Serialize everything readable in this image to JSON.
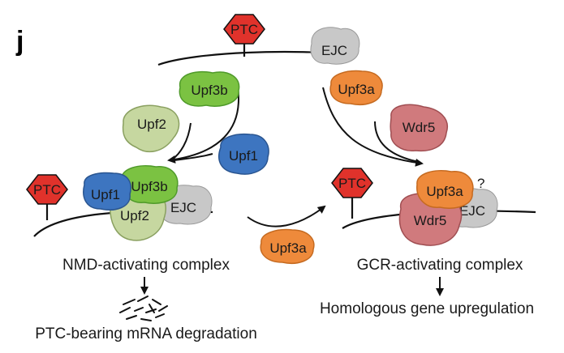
{
  "panel_label": "j",
  "colors": {
    "ptc_red": "#e0322b",
    "upf3b_green": "#7bc242",
    "upf2_green": "#c6d7a0",
    "upf1_blue": "#3d75c0",
    "upf3a_orange": "#ee8a3b",
    "wdr5_pink": "#d07a7d",
    "ejc_grey": "#c8c8c8"
  },
  "labels": {
    "ptc": "PTC",
    "ejc": "EJC",
    "upf3b": "Upf3b",
    "upf3a": "Upf3a",
    "upf2": "Upf2",
    "upf1": "Upf1",
    "wdr5": "Wdr5",
    "question": "?"
  },
  "captions": {
    "nmd_complex": "NMD-activating complex",
    "gcr_complex": "GCR-activating complex",
    "degradation": "PTC-bearing mRNA degradation",
    "upregulation": "Homologous gene upregulation"
  }
}
